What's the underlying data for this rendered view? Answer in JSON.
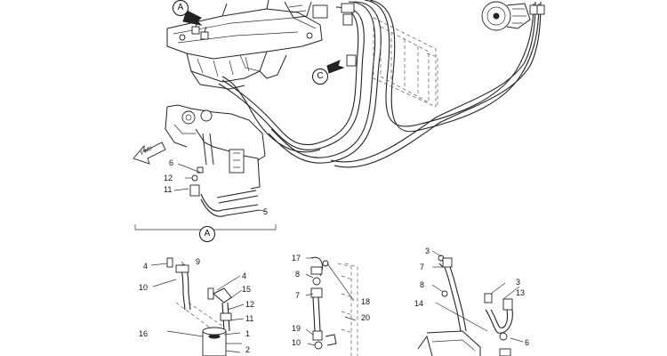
{
  "detail_markers": {
    "a_top": "A",
    "c_top": "C",
    "a_section": "A"
  },
  "fwd_label": "FWD",
  "part_numbers": [
    {
      "id": "n6",
      "text": "6"
    },
    {
      "id": "n12",
      "text": "12"
    },
    {
      "id": "n11",
      "text": "11"
    },
    {
      "id": "n5",
      "text": "5"
    },
    {
      "id": "b4a",
      "text": "4"
    },
    {
      "id": "b9",
      "text": "9"
    },
    {
      "id": "b10",
      "text": "10"
    },
    {
      "id": "b4b",
      "text": "4"
    },
    {
      "id": "b15",
      "text": "15"
    },
    {
      "id": "b12",
      "text": "12"
    },
    {
      "id": "b11",
      "text": "11"
    },
    {
      "id": "b16",
      "text": "16"
    },
    {
      "id": "b1",
      "text": "1"
    },
    {
      "id": "b2",
      "text": "2"
    },
    {
      "id": "m17",
      "text": "17"
    },
    {
      "id": "m8",
      "text": "8"
    },
    {
      "id": "m7",
      "text": "7"
    },
    {
      "id": "m18",
      "text": "18"
    },
    {
      "id": "m20",
      "text": "20"
    },
    {
      "id": "m19",
      "text": "19"
    },
    {
      "id": "m10",
      "text": "10"
    },
    {
      "id": "r3a",
      "text": "3"
    },
    {
      "id": "r7",
      "text": "7"
    },
    {
      "id": "r8",
      "text": "8"
    },
    {
      "id": "r3b",
      "text": "3"
    },
    {
      "id": "r13",
      "text": "13"
    },
    {
      "id": "r14",
      "text": "14"
    },
    {
      "id": "r6",
      "text": "6"
    }
  ]
}
